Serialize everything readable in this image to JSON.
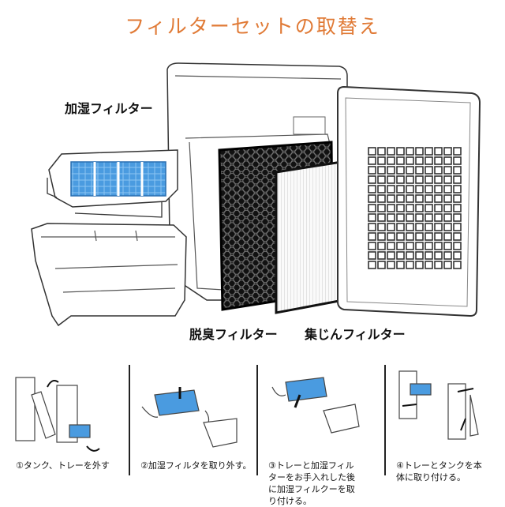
{
  "title": "フィルターセットの取替え",
  "labels": {
    "humidifying_filter": "加湿フィルター",
    "deodorizing_filter": "脱臭フィルター",
    "dust_filter": "集じんフィルター"
  },
  "steps": [
    {
      "text": "①タンク、トレーを外す"
    },
    {
      "text": "②加湿フィルタを取り外す。"
    },
    {
      "text": "③トレーと加湿フィルターをお手入れした後に加湿フィルクーを取り付ける。"
    },
    {
      "text": "④トレーとタンクを本体に取り付ける。"
    }
  ],
  "colors": {
    "title": "#e07a36",
    "filter_blue": "#4a9be0"
  }
}
